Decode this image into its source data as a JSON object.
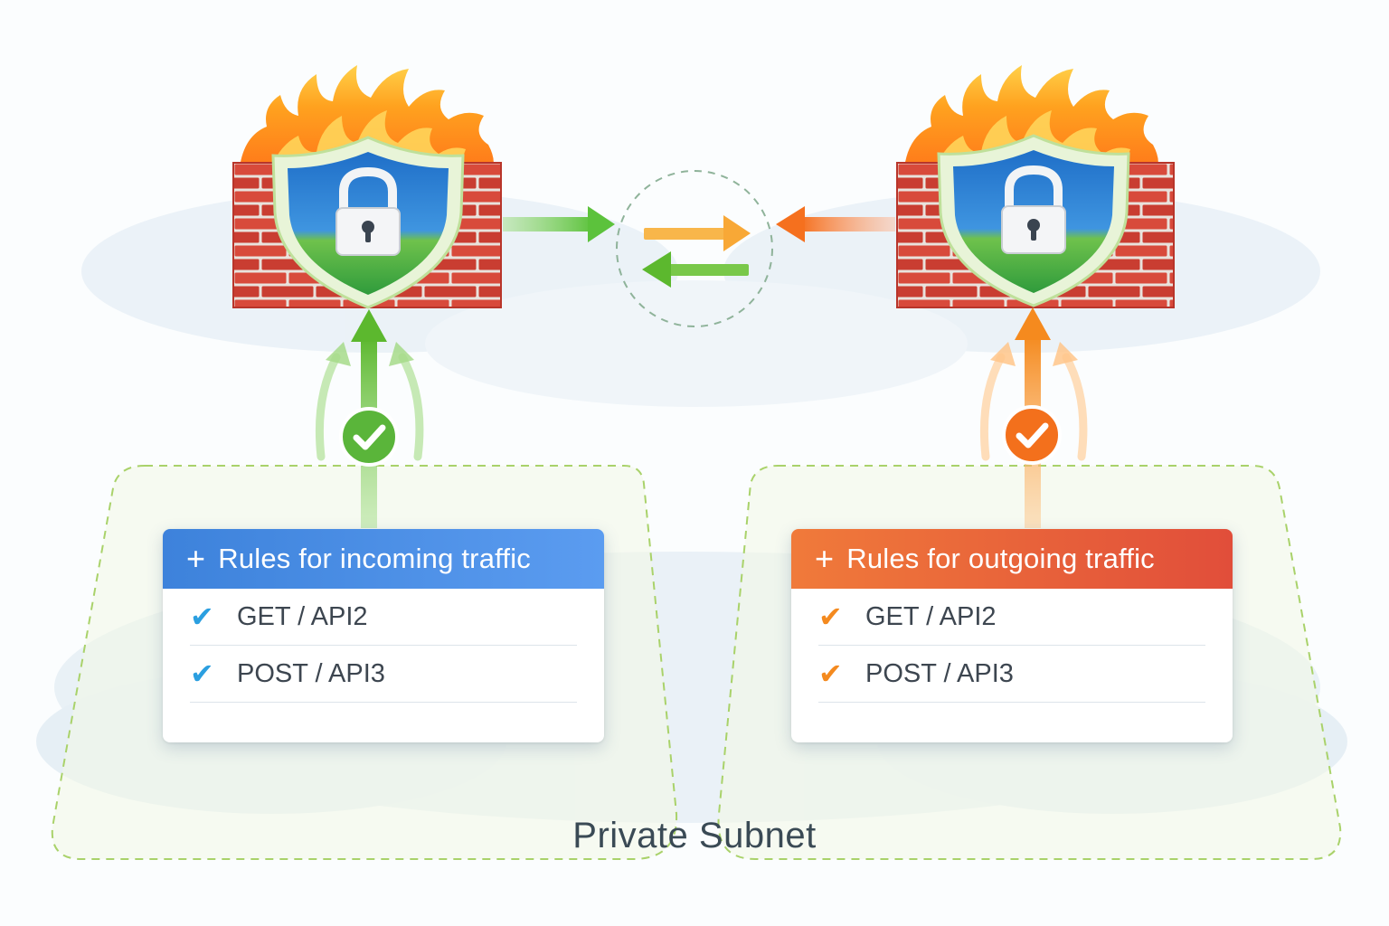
{
  "incoming_rules": {
    "title": "Rules for incoming traffic",
    "plus": "+",
    "items": [
      {
        "check": "✔",
        "label": "GET / API2"
      },
      {
        "check": "✔",
        "label": "POST / API3"
      }
    ]
  },
  "outgoing_rules": {
    "title": "Rules for outgoing traffic",
    "plus": "+",
    "items": [
      {
        "check": "✔",
        "label": "GET / API2"
      },
      {
        "check": "✔",
        "label": "POST / API3"
      }
    ]
  },
  "subnet": {
    "label": "Private Subnet"
  },
  "colors": {
    "incoming_accent": "#5cb82e",
    "outgoing_accent": "#f58a1e",
    "incoming_header": "#3d82db",
    "outgoing_header": "#e65a3a",
    "brick": "#d9483a",
    "shield_blue": "#2f7fd0",
    "shield_green": "#4bb04a"
  },
  "icons": {
    "firewall": "firewall-brick-wall-icon",
    "shield": "shield-lock-icon",
    "flame": "flame-icon",
    "exchange": "two-way-exchange-icon",
    "check_badge": "check-circle-icon"
  }
}
